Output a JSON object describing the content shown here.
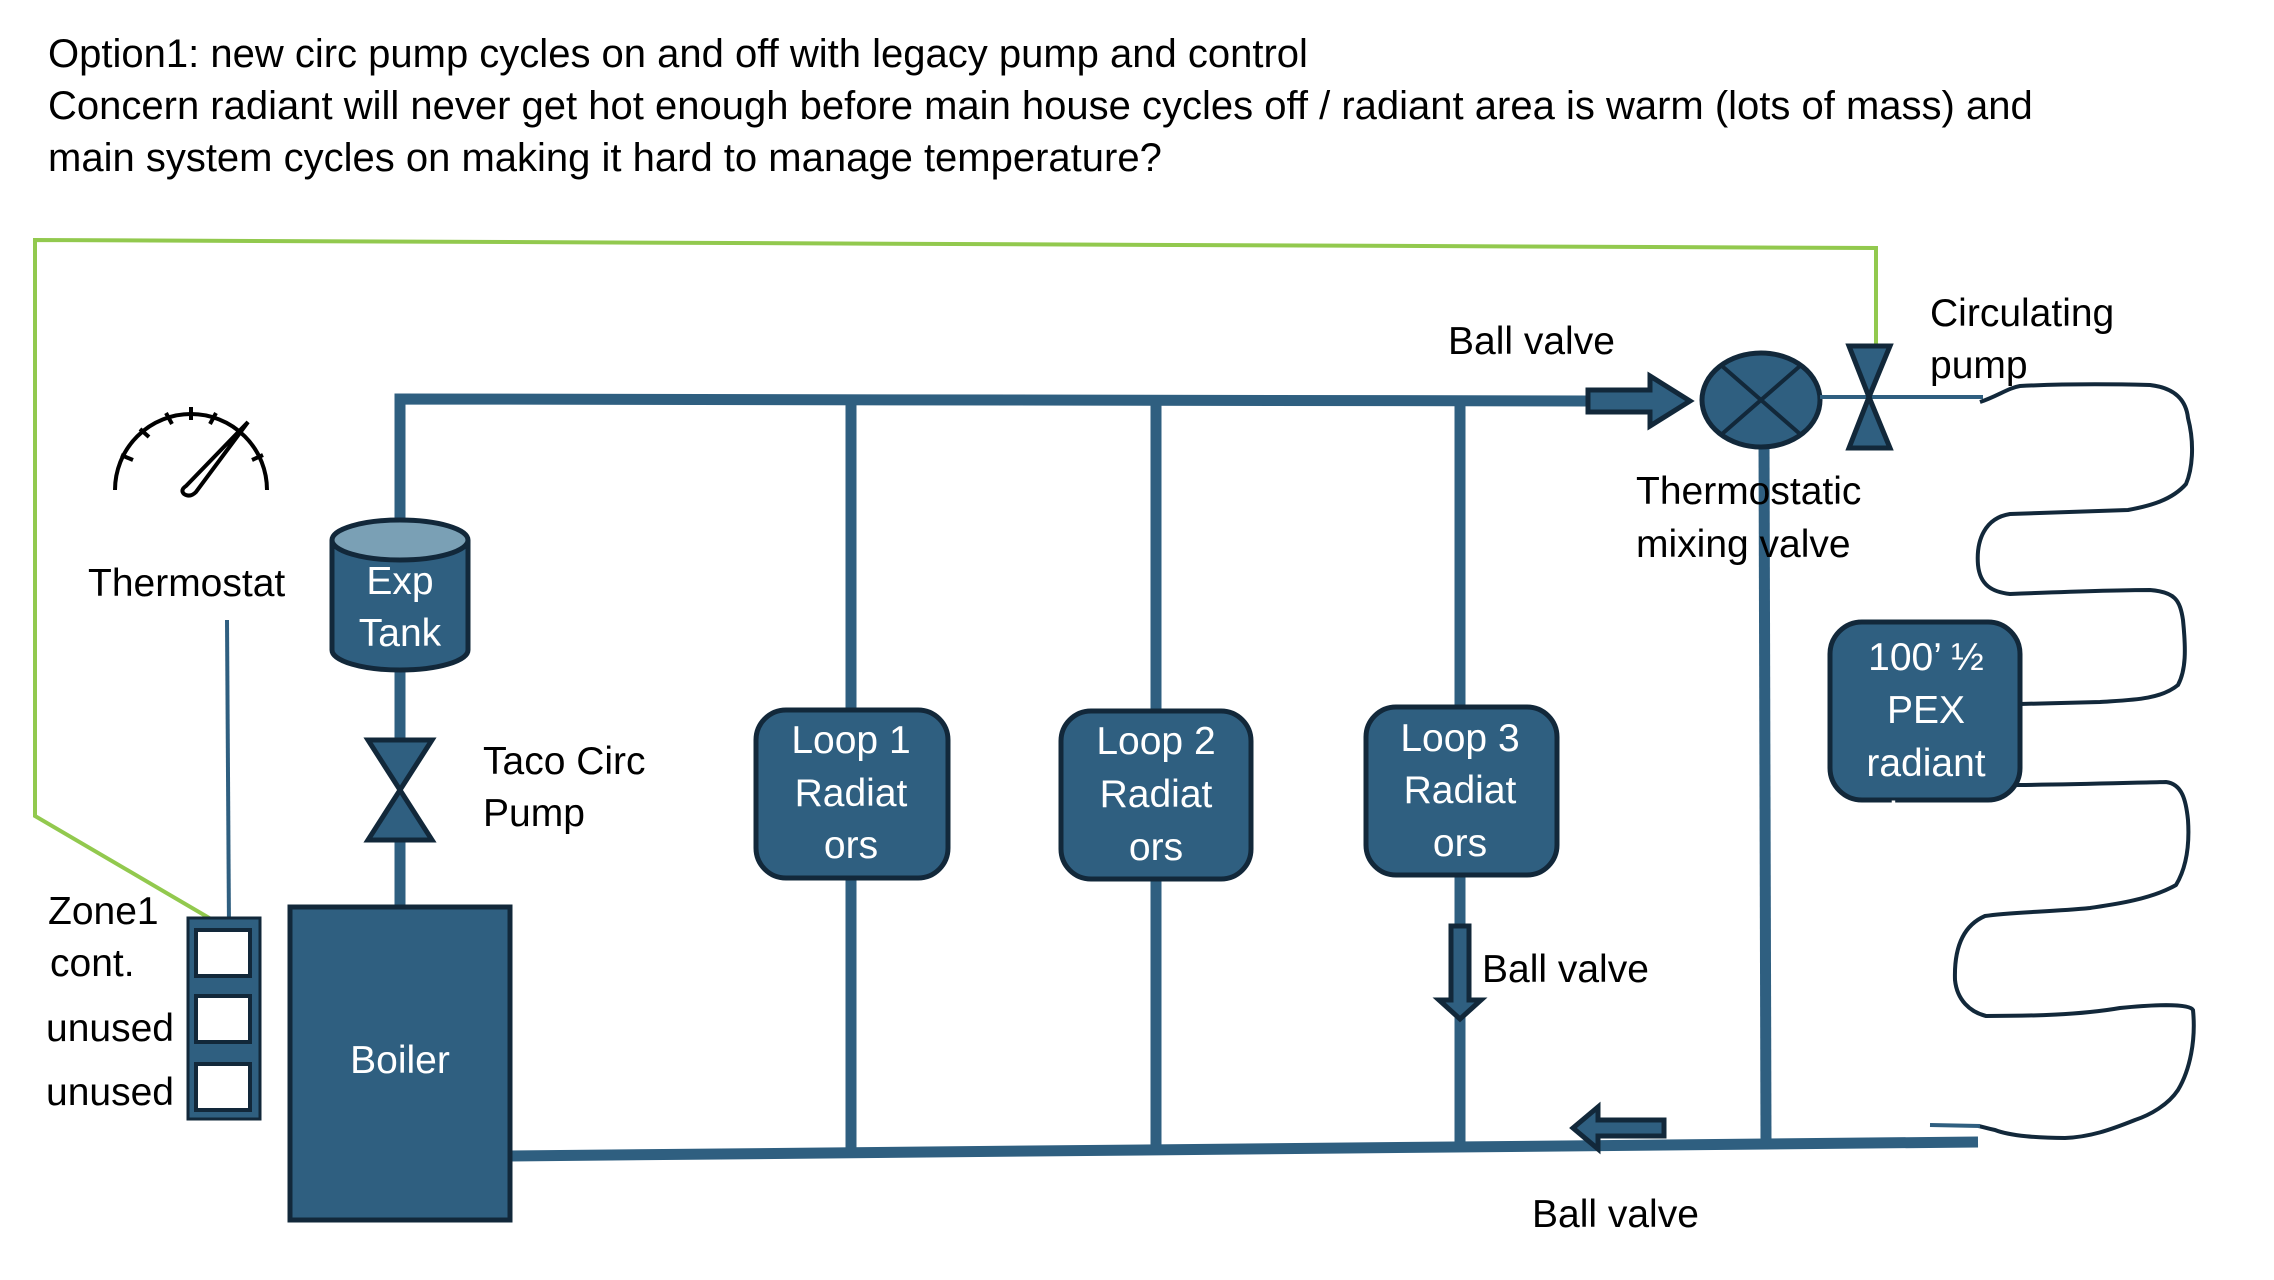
{
  "title": {
    "lines": [
      "Option1: new circ pump cycles on and off with legacy pump and control",
      "Concern radiant will never get hot enough before main house cycles off / radiant area is warm (lots of mass) and",
      "main system cycles on making it hard to manage temperature?"
    ]
  },
  "colors": {
    "component_fill": "#2f5f80",
    "component_outline": "#12283a",
    "control_wire": "#92c94e",
    "tank_top": "#7aa0b5"
  },
  "components": {
    "thermostat": {
      "label": "Thermostat",
      "icon": "gauge-icon"
    },
    "expansion_tank": {
      "label_line1": "Exp",
      "label_line2": "Tank"
    },
    "taco_pump": {
      "label_line1": "Taco Circ",
      "label_line2": "Pump"
    },
    "boiler": {
      "label": "Boiler"
    },
    "zone_controls": [
      {
        "label_line1": "Zone1",
        "label_line2": "cont."
      },
      {
        "label_line1": "unused"
      },
      {
        "label_line1": "unused"
      }
    ],
    "loops": [
      {
        "line1": "Loop 1",
        "line2": "Radiat",
        "line3": "ors"
      },
      {
        "line1": "Loop 2",
        "line2": "Radiat",
        "line3": "ors"
      },
      {
        "line1": "Loop 3",
        "line2": "Radiat",
        "line3": "ors"
      }
    ],
    "ball_valve_supply": {
      "label": "Ball valve"
    },
    "ball_valve_loop3": {
      "label": "Ball valve"
    },
    "ball_valve_return": {
      "label": "Ball valve"
    },
    "mixing_valve": {
      "label_line1": "Thermostatic",
      "label_line2": "mixing valve"
    },
    "circulating_pump": {
      "label_line1": "Circulating",
      "label_line2": "pump"
    },
    "pex_loop": {
      "line1": "100’ ½",
      "line2": "PEX",
      "line3": "radiant",
      "line4": "loop"
    }
  }
}
